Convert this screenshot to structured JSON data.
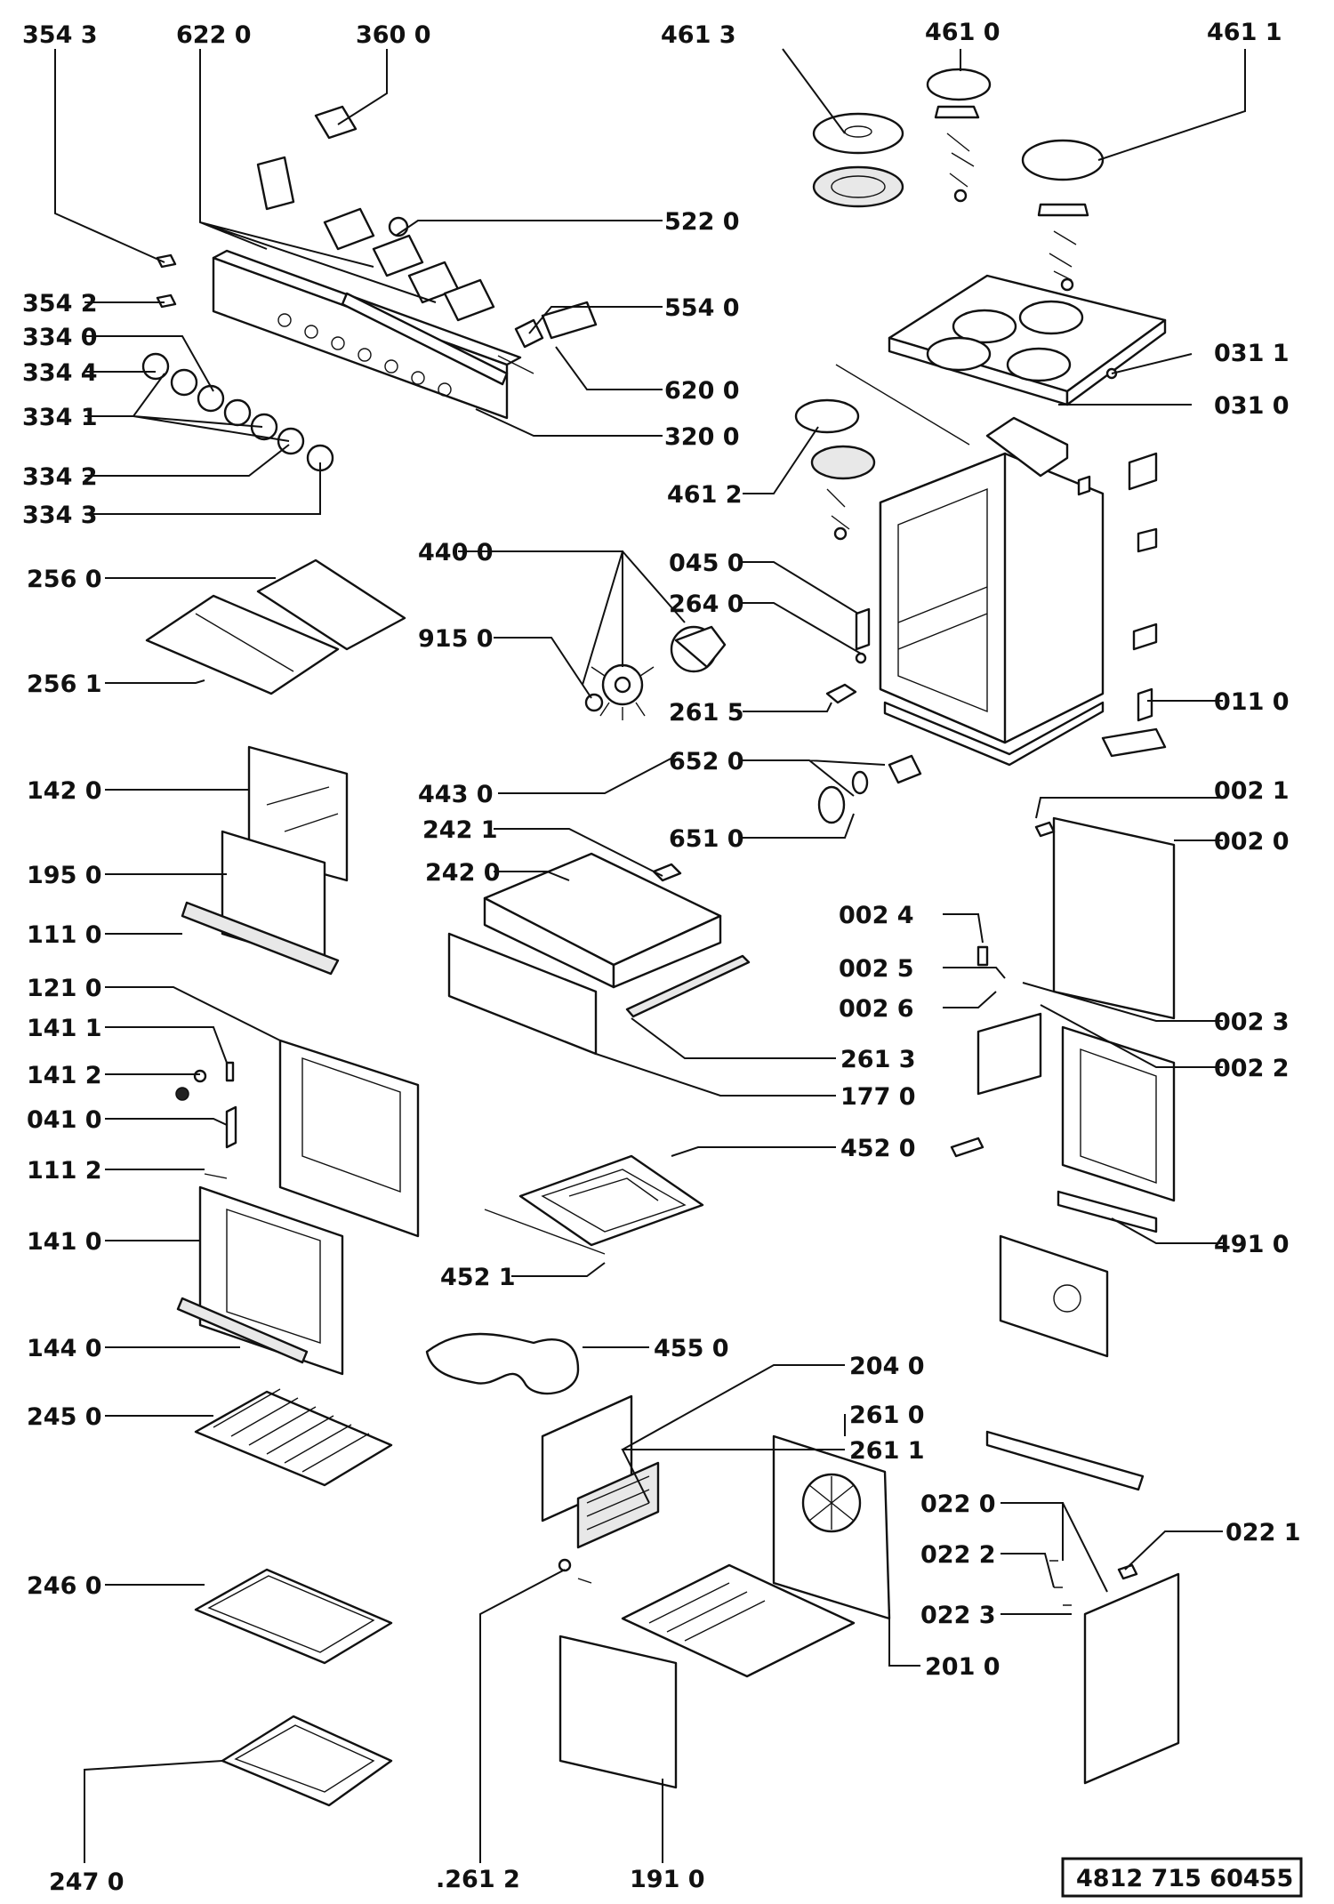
{
  "callouts": [
    {
      "id": "c1",
      "label": "354 3"
    },
    {
      "id": "c2",
      "label": "622 0"
    },
    {
      "id": "c3",
      "label": "360 0"
    },
    {
      "id": "c4",
      "label": "461 3"
    },
    {
      "id": "c5",
      "label": "461 0"
    },
    {
      "id": "c6",
      "label": "461 1"
    },
    {
      "id": "c7",
      "label": "522 0"
    },
    {
      "id": "c8",
      "label": "354 2"
    },
    {
      "id": "c9",
      "label": "554 0"
    },
    {
      "id": "c10",
      "label": "334 0"
    },
    {
      "id": "c11",
      "label": "334 4"
    },
    {
      "id": "c12",
      "label": "031 1"
    },
    {
      "id": "c13",
      "label": "620 0"
    },
    {
      "id": "c14",
      "label": "334 1"
    },
    {
      "id": "c15",
      "label": "031 0"
    },
    {
      "id": "c16",
      "label": "320 0"
    },
    {
      "id": "c17",
      "label": "334 2"
    },
    {
      "id": "c18",
      "label": "461 2"
    },
    {
      "id": "c19",
      "label": "334 3"
    },
    {
      "id": "c20",
      "label": "440 0"
    },
    {
      "id": "c21",
      "label": "045 0"
    },
    {
      "id": "c22",
      "label": "256 0"
    },
    {
      "id": "c23",
      "label": "264 0"
    },
    {
      "id": "c24",
      "label": "915 0"
    },
    {
      "id": "c25",
      "label": "256 1"
    },
    {
      "id": "c26",
      "label": "261 5"
    },
    {
      "id": "c27",
      "label": "011 0"
    },
    {
      "id": "c28",
      "label": "652 0"
    },
    {
      "id": "c29",
      "label": "142 0"
    },
    {
      "id": "c30",
      "label": "443 0"
    },
    {
      "id": "c31",
      "label": "002 1"
    },
    {
      "id": "c32",
      "label": "242 1"
    },
    {
      "id": "c33",
      "label": "651 0"
    },
    {
      "id": "c34",
      "label": "002 0"
    },
    {
      "id": "c35",
      "label": "242 0"
    },
    {
      "id": "c36",
      "label": "195 0"
    },
    {
      "id": "c37",
      "label": "002 4"
    },
    {
      "id": "c38",
      "label": "111 0"
    },
    {
      "id": "c39",
      "label": "002 5"
    },
    {
      "id": "c40",
      "label": "121 0"
    },
    {
      "id": "c41",
      "label": "002 6"
    },
    {
      "id": "c42",
      "label": "002 3"
    },
    {
      "id": "c43",
      "label": "141 1"
    },
    {
      "id": "c44",
      "label": "261 3"
    },
    {
      "id": "c45",
      "label": "002 2"
    },
    {
      "id": "c46",
      "label": "141 2"
    },
    {
      "id": "c47",
      "label": "177 0"
    },
    {
      "id": "c48",
      "label": "041 0"
    },
    {
      "id": "c49",
      "label": "452 0"
    },
    {
      "id": "c50",
      "label": "111 2"
    },
    {
      "id": "c51",
      "label": "141 0"
    },
    {
      "id": "c52",
      "label": "491 0"
    },
    {
      "id": "c53",
      "label": "452 1"
    },
    {
      "id": "c54",
      "label": "144 0"
    },
    {
      "id": "c55",
      "label": "455 0"
    },
    {
      "id": "c56",
      "label": "204 0"
    },
    {
      "id": "c57",
      "label": "245 0"
    },
    {
      "id": "c58",
      "label": "261 0"
    },
    {
      "id": "c59",
      "label": "261 1"
    },
    {
      "id": "c60",
      "label": "022 0"
    },
    {
      "id": "c61",
      "label": "022 1"
    },
    {
      "id": "c62",
      "label": "022 2"
    },
    {
      "id": "c63",
      "label": "246 0"
    },
    {
      "id": "c64",
      "label": "022 3"
    },
    {
      "id": "c65",
      "label": "201 0"
    },
    {
      "id": "c66",
      "label": "247 0"
    },
    {
      "id": "c67",
      "label": ".261 2"
    },
    {
      "id": "c68",
      "label": "191 0"
    }
  ],
  "document_number": "4812 715 60455"
}
